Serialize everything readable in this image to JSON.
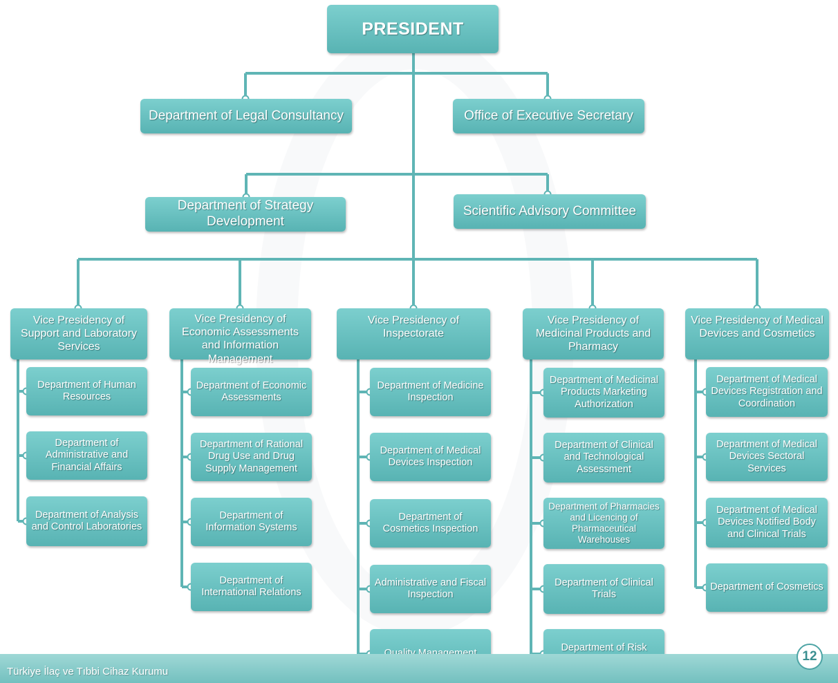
{
  "president": "PRESIDENT",
  "top_units": {
    "legal": "Department of Legal Consultancy",
    "executive": "Office of Executive Secretary",
    "strategy": "Department of Strategy Development",
    "advisory": "Scientific Advisory Committee"
  },
  "vice_presidencies": [
    {
      "title": "Vice Presidency of Support and Laboratory Services",
      "departments": [
        "Department of Human Resources",
        "Department of Administrative and Financial Affairs",
        "Department of Analysis and Control Laboratories"
      ]
    },
    {
      "title": "Vice Presidency of Economic Assessments and Information Management",
      "departments": [
        "Department of Economic Assessments",
        "Department of Rational Drug Use and Drug Supply Management",
        "Department of Information Systems",
        "Department of International Relations"
      ]
    },
    {
      "title": "Vice Presidency of Inspectorate",
      "departments": [
        "Department of Medicine Inspection",
        "Department of Medical Devices Inspection",
        "Department of Cosmetics Inspection",
        "Administrative and Fiscal Inspection",
        "Quality Management"
      ]
    },
    {
      "title": "Vice Presidency of Medicinal Products and Pharmacy",
      "departments": [
        "Department of Medicinal Products Marketing Authorization",
        "Department of Clinical and Technological Assessment",
        "Department of Pharmacies and Licencing of Pharmaceutical Warehouses",
        "Department of Clinical Trials",
        "Department of Risk Management"
      ]
    },
    {
      "title": "Vice Presidency of Medical Devices and Cosmetics",
      "departments": [
        "Department of Medical Devices Registration and Coordination",
        "Department of Medical Devices Sectoral Services",
        "Department of Medical Devices Notified Body and Clinical Trials",
        "Department of Cosmetics"
      ]
    }
  ],
  "footer": {
    "organization": "Türkiye İlaç ve Tıbbi Cihaz Kurumu",
    "page_number": "12"
  },
  "colors": {
    "box_top": "#7ccfce",
    "box_bottom": "#58b3b3",
    "connector": "#5fb5b5"
  }
}
